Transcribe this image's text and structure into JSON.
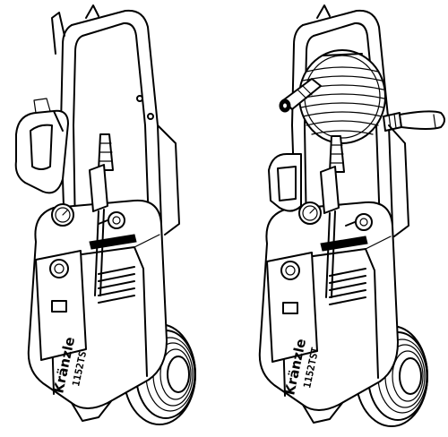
{
  "machines": [
    {
      "id": "left",
      "brand_text": "Kränzle",
      "model_text": "1152TS",
      "has_hose_reel": false
    },
    {
      "id": "right",
      "brand_text": "Kränzle",
      "model_text": "1152TST",
      "has_hose_reel": true
    }
  ]
}
